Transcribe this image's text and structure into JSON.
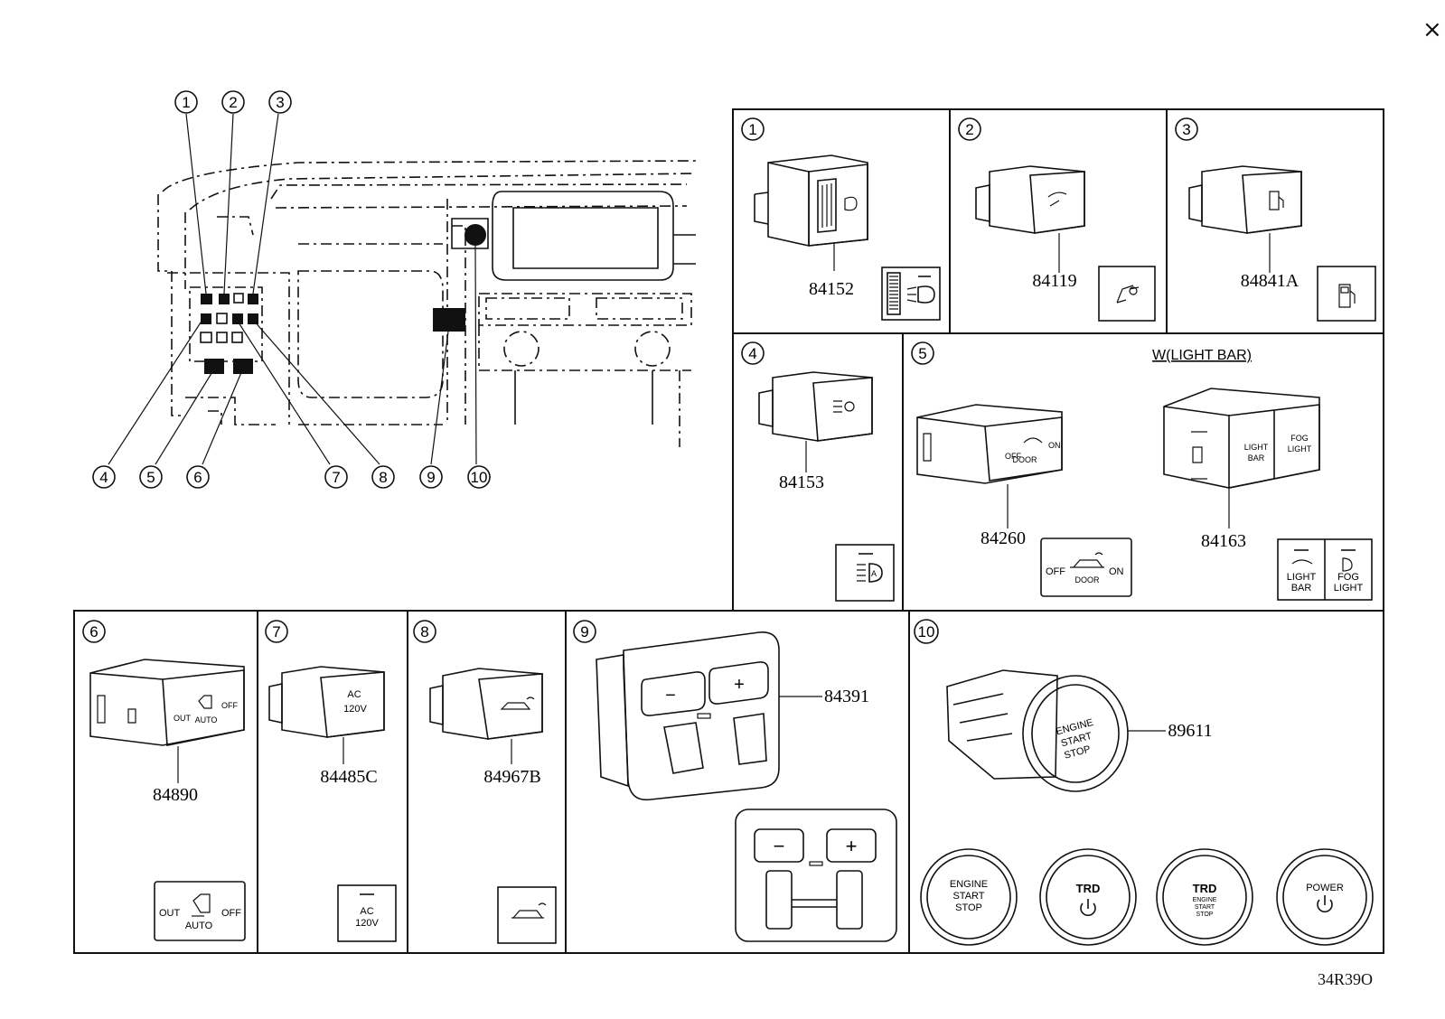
{
  "header": {
    "close_glyph": "×"
  },
  "footer": {
    "code": "34R39O"
  },
  "overview": {
    "callouts": [
      "1",
      "2",
      "3",
      "4",
      "5",
      "6",
      "7",
      "8",
      "9",
      "10"
    ]
  },
  "panels": [
    {
      "num": "1",
      "part": "84152"
    },
    {
      "num": "2",
      "part": "84119"
    },
    {
      "num": "3",
      "part": "84841A"
    },
    {
      "num": "4",
      "part": "84153"
    },
    {
      "num": "5",
      "title": "W(LIGHT BAR)",
      "parts": [
        "84260",
        "84163"
      ],
      "door_icon": {
        "off": "OFF",
        "door": "DOOR",
        "on": "ON"
      },
      "light_icon": {
        "light": "LIGHT",
        "bar": "BAR",
        "fog": "FOG",
        "fog_light": "LIGHT"
      }
    },
    {
      "num": "6",
      "part": "84890",
      "icon": {
        "out": "OUT",
        "auto": "AUTO",
        "off": "OFF"
      }
    },
    {
      "num": "7",
      "part": "84485C",
      "icon": {
        "ac": "AC",
        "volt": "120V"
      }
    },
    {
      "num": "8",
      "part": "84967B"
    },
    {
      "num": "9",
      "part": "84391",
      "icon": {
        "minus": "−",
        "plus": "+"
      }
    },
    {
      "num": "10",
      "part": "89611",
      "buttons": [
        {
          "l1": "ENGINE",
          "l2": "START",
          "l3": "STOP"
        },
        {
          "l1": "TRD"
        },
        {
          "l1": "TRD",
          "l2": "ENGINE",
          "l3": "START",
          "l4": "STOP"
        },
        {
          "l1": "POWER"
        }
      ]
    }
  ]
}
